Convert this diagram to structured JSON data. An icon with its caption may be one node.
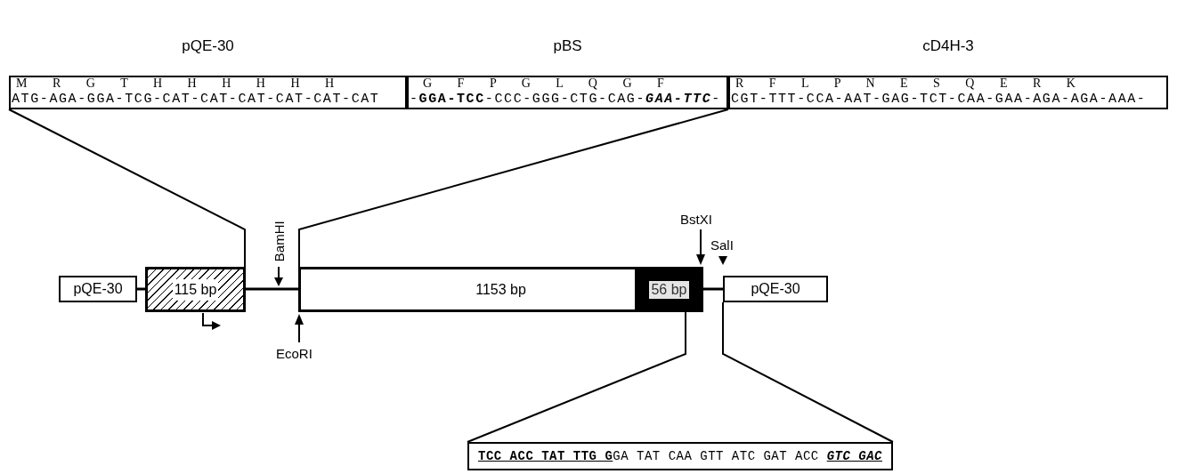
{
  "diagram": {
    "nodes": [
      {
        "text": [
          "pQE-30",
          "M R G T H H H H H H",
          "ATG-AGA-GGA-TCG-CAT-CAT-CAT-CAT-CAT-CAT"
        ]
      },
      {
        "text": [
          "pBS",
          "G F P G L Q G F",
          "-**GGA-TCC**-CCC-GGG-CTG-CAG-**GAA-TTC**-"
        ]
      },
      {
        "text": [
          "cD4H-3",
          "R F L P N E S Q E R K",
          "CGT-TTT-CCA-AAT-GAG-TCT-CAA-GAA-AGA-AGA-AAA-"
        ]
      },
      {
        "text": [
          "pQE-30"
        ]
      },
      {
        "text": [
          "115 bp"
        ]
      },
      {
        "text": [
          "1153 bp"
        ]
      },
      {
        "text": [
          "56 bp"
        ],
        "in": 5
      },
      {
        "text": [
          "pQE-30"
        ]
      },
      {
        "text": [
          "**TCC ACC TAT TTG G**GA TAT CAA GTT ATC GAT ACC **GTC GAC**"
        ]
      }
    ],
    "edges": [
      {
        "from": 3,
        "to": 4,
        "arrow": "none"
      },
      {
        "from": 4,
        "to": 5,
        "arrow": "none"
      },
      {
        "from": 5,
        "to": 7,
        "arrow": "none"
      },
      {
        "from": 4,
        "to": 0,
        "arrow": "none"
      },
      {
        "from": 5,
        "to": 1,
        "arrow": "none"
      },
      {
        "from": 6,
        "to": 8,
        "arrow": "none"
      },
      {
        "from": 7,
        "to": 8,
        "arrow": "none"
      }
    ],
    "labels": [
      "BamHI",
      "EcoRI",
      "BstXI",
      "SalI"
    ]
  }
}
